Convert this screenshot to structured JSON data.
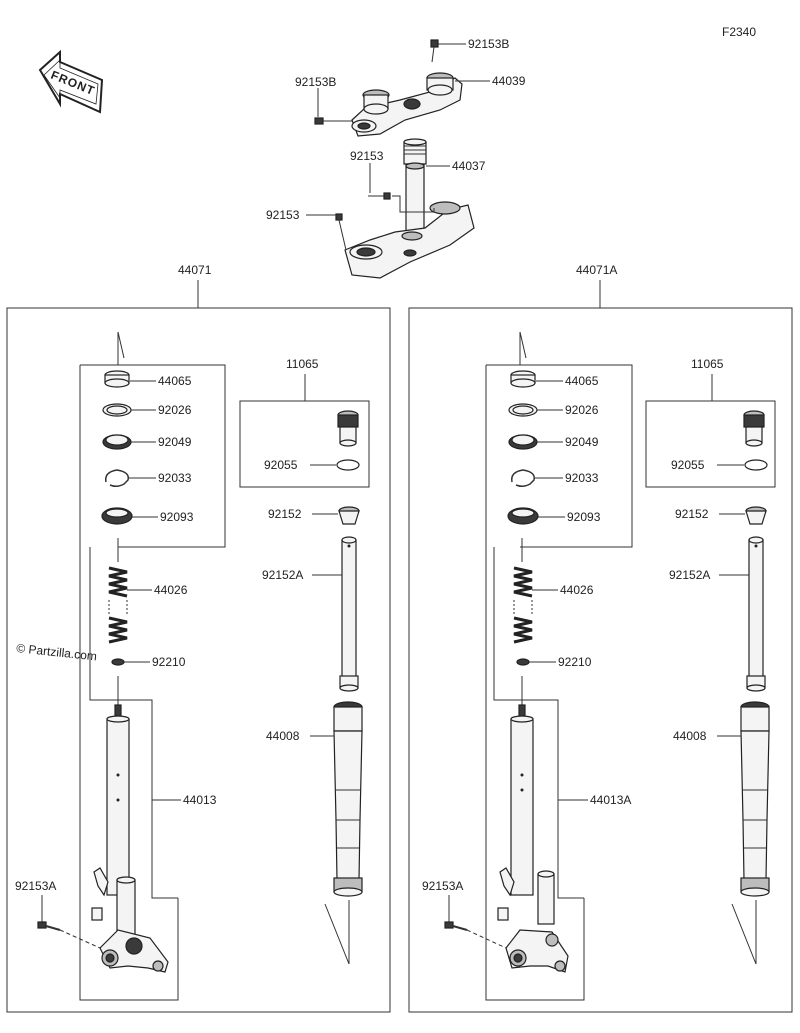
{
  "figure_id": "F2340",
  "front_label": "FRONT",
  "watermark": "© Partzilla.com",
  "top_parts": {
    "bolt_top": "92153B",
    "upper_clamp": "44039",
    "bolt_upper_left": "92153B",
    "bolt_stem": "92153",
    "stem": "44037",
    "bolt_lower_left": "92153"
  },
  "left_assembly": {
    "title": "44071",
    "seal_1": "44065",
    "ring_1": "92026",
    "seal_2": "92049",
    "clip": "92033",
    "dust_seal": "92093",
    "spring": "44026",
    "washer": "92210",
    "inner_tube": "44013",
    "caliper_bolt": "92153A",
    "adjuster_box": "11065",
    "o_ring": "92055",
    "bushing": "92152",
    "damper_rod": "92152A",
    "outer_tube": "44008"
  },
  "right_assembly": {
    "title": "44071A",
    "seal_1": "44065",
    "ring_1": "92026",
    "seal_2": "92049",
    "clip": "92033",
    "dust_seal": "92093",
    "spring": "44026",
    "washer": "92210",
    "inner_tube": "44013A",
    "caliper_bolt": "92153A",
    "adjuster_box": "11065",
    "o_ring": "92055",
    "bushing": "92152",
    "damper_rod": "92152A",
    "outer_tube": "44008"
  }
}
